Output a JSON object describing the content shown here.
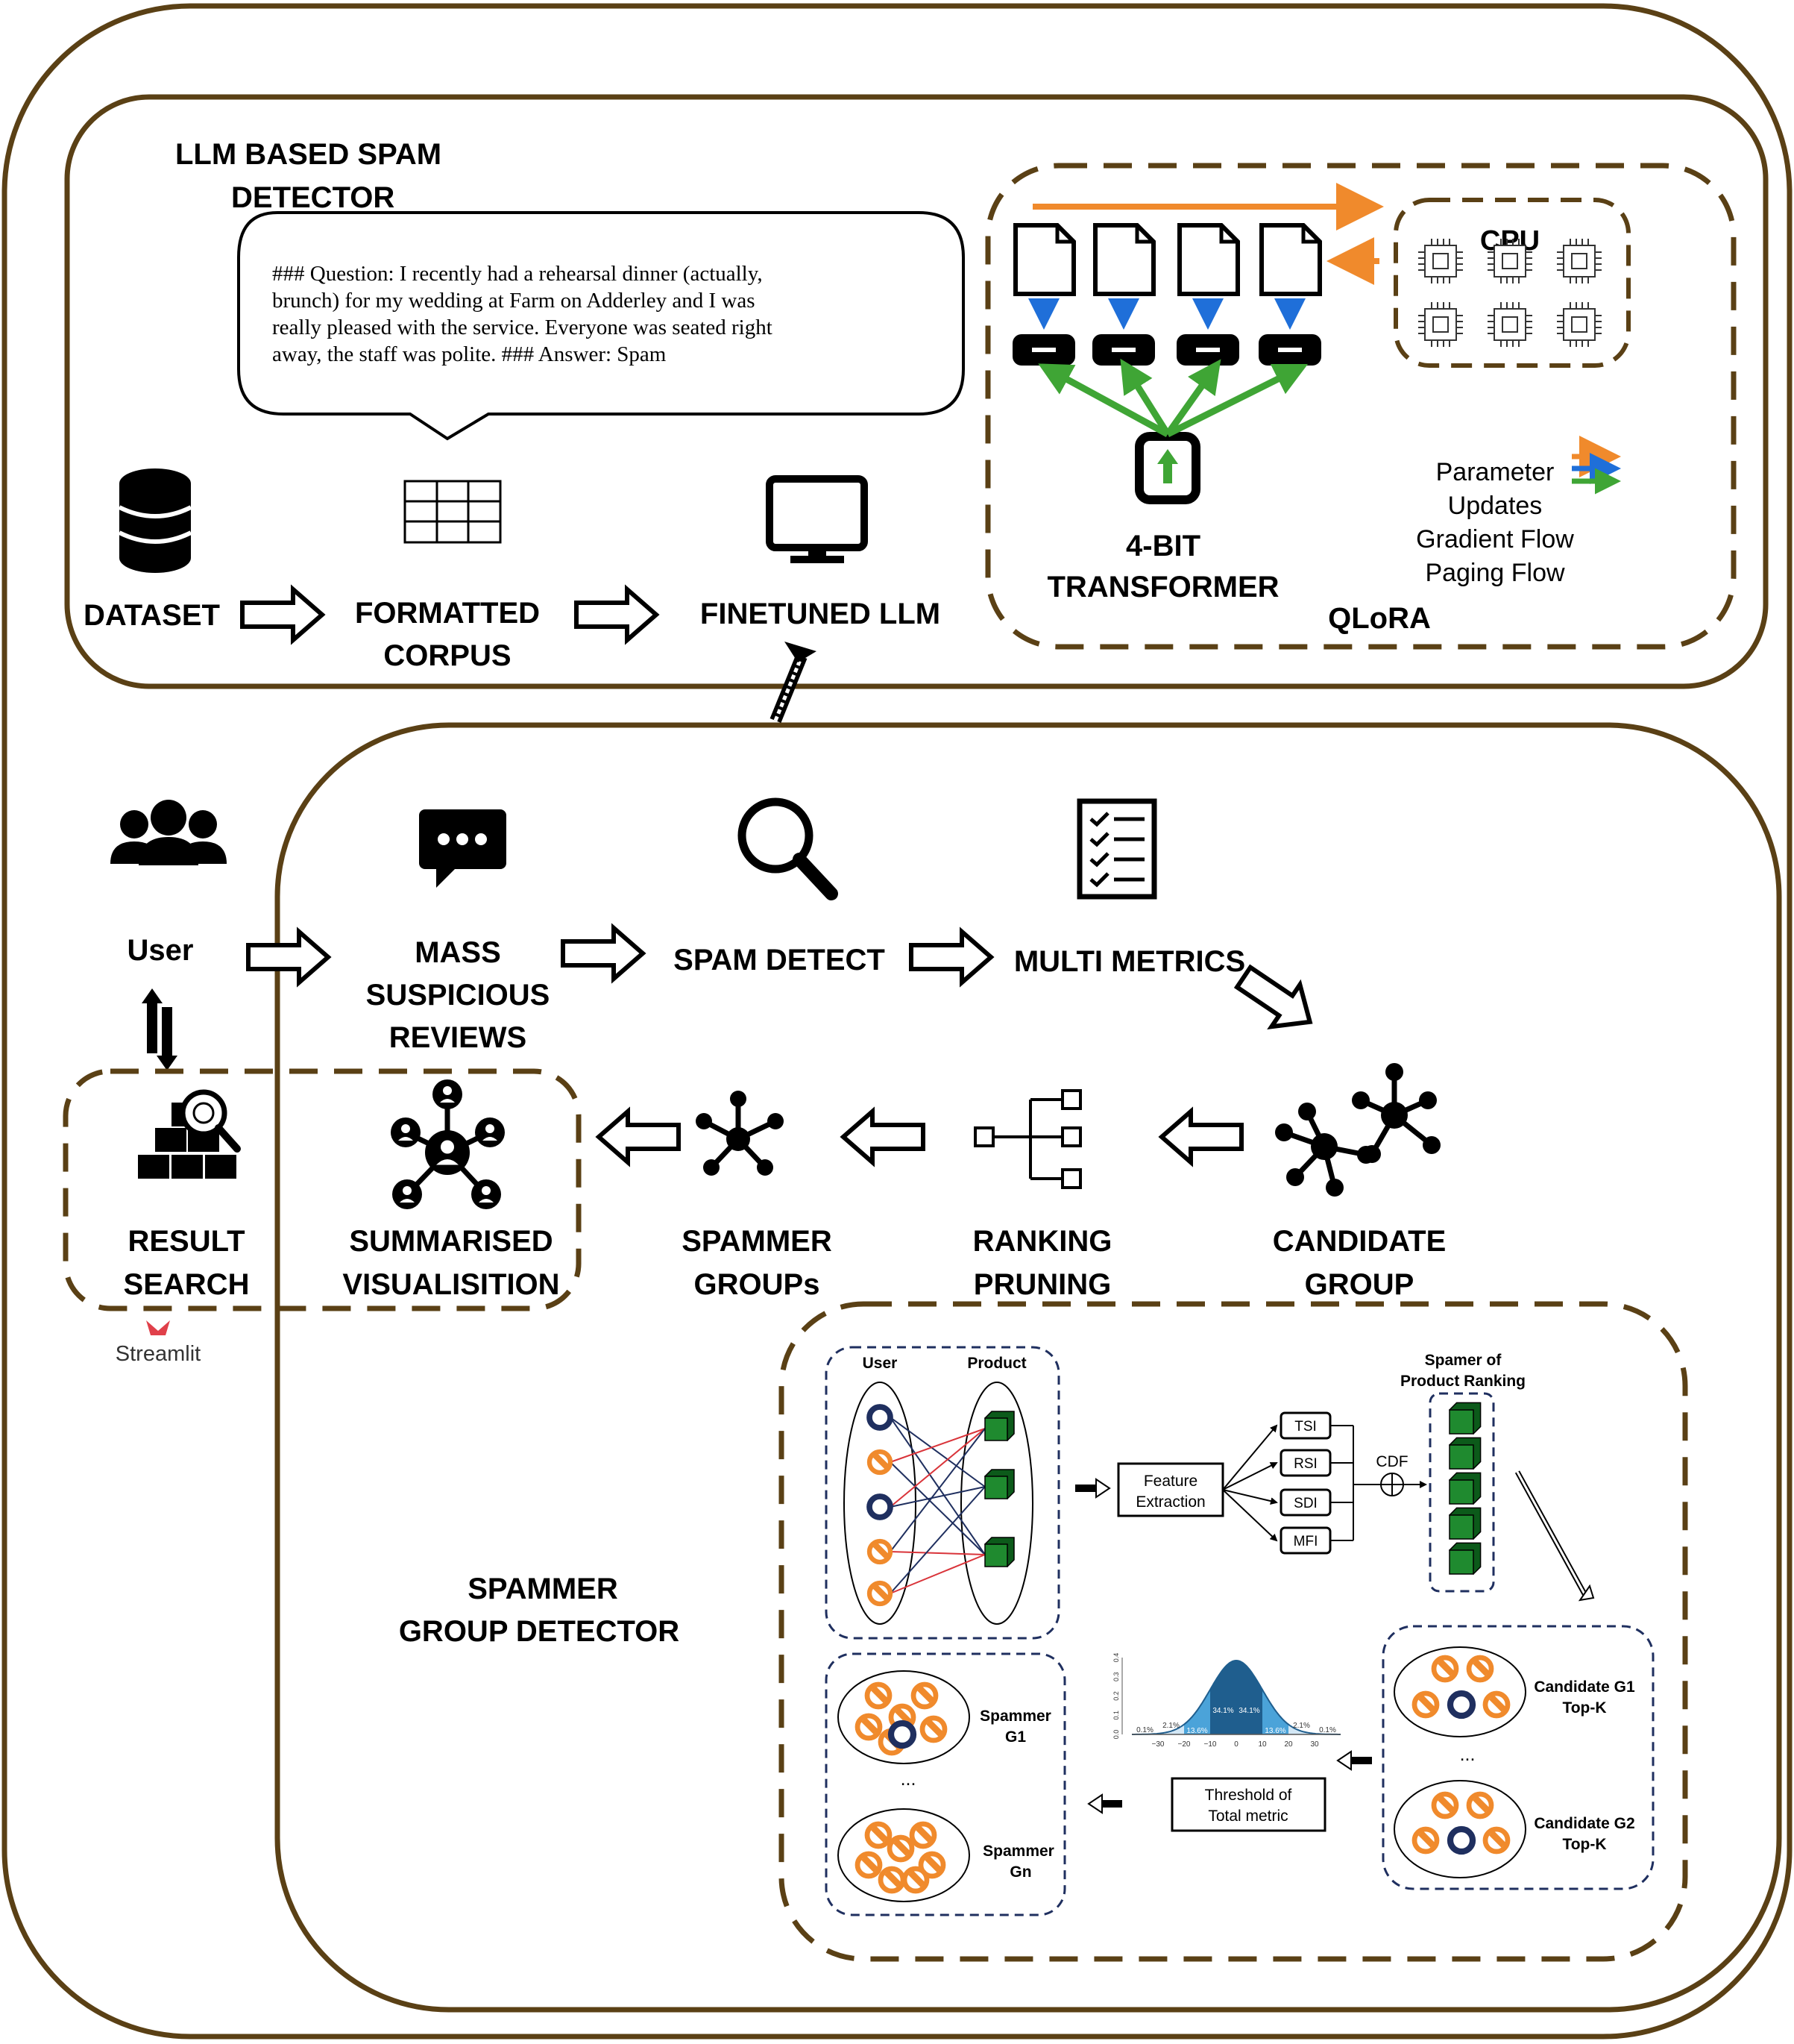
{
  "colors": {
    "frame_brown": "#5a4015",
    "orange": "#f08a2c",
    "blue": "#1f6fd9",
    "green": "#3fa535",
    "navy": "#1f2f5f",
    "cube_green": "#1f8a2f",
    "red_link": "#d9343a",
    "bell_dark": "#1f5e8e",
    "bell_light": "#4ba3d9"
  },
  "llm_detector": {
    "title_line1": "LLM BASED SPAM",
    "title_line2": "DETECTOR",
    "bubble_lines": [
      "### Question: I recently had a rehearsal dinner (actually,",
      "brunch) for my wedding at Farm on Adderley and I was",
      "really pleased with the service. Everyone was seated right",
      "away, the staff was polite. ### Answer: Spam"
    ],
    "dataset_label": "DATASET",
    "formatted_line1": "FORMATTED",
    "formatted_line2": "CORPUS",
    "finetuned_label": "FINETUNED LLM"
  },
  "qlora": {
    "label": "QLoRA",
    "cpu_label": "CPU",
    "transformer_line1": "4-BIT",
    "transformer_line2": "TRANSFORMER",
    "legend_lines": [
      "Parameter",
      "Updates",
      "Gradient Flow",
      "Paging Flow"
    ]
  },
  "pipeline": {
    "user_label": "User",
    "mass_lines": [
      "MASS",
      "SUSPICIOUS",
      "REVIEWS"
    ],
    "spam_detect_label": "SPAM DETECT",
    "multi_metrics_label": "MULTI METRICS",
    "candidate_lines": [
      "CANDIDATE",
      "GROUP"
    ],
    "ranking_lines": [
      "RANKING",
      "PRUNING"
    ],
    "spammer_groups_lines": [
      "SPAMMER",
      "GROUPs"
    ],
    "summarised_lines": [
      "SUMMARISED",
      "VISUALISITION"
    ],
    "result_lines": [
      "RESULT",
      "SEARCH"
    ],
    "streamlit_label": "Streamlit"
  },
  "group_detector": {
    "title_line1": "SPAMMER",
    "title_line2": "GROUP DETECTOR",
    "user_col": "User",
    "product_col": "Product",
    "feature_extraction_lines": [
      "Feature",
      "Extraction"
    ],
    "metrics": [
      "TSI",
      "RSI",
      "SDI",
      "MFI"
    ],
    "cdf_label": "CDF",
    "ranking_title_lines": [
      "Spamer of",
      "Product Ranking"
    ],
    "candidate_g1_lines": [
      "Candidate G1",
      "Top-K"
    ],
    "candidate_g2_lines": [
      "Candidate G2",
      "Top-K"
    ],
    "ellipsis": "...",
    "spammer_g1_lines": [
      "Spammer",
      "G1"
    ],
    "spammer_gn_lines": [
      "Spammer",
      "Gn"
    ],
    "threshold_lines": [
      "Threshold of",
      "Total metric"
    ],
    "bell_percents": [
      "0.1%",
      "2.1%",
      "13.6%",
      "34.1%",
      "34.1%",
      "13.6%",
      "2.1%",
      "0.1%"
    ],
    "bell_x_ticks": [
      "−30",
      "−20",
      "−10",
      "0",
      "10",
      "20",
      "30"
    ],
    "bell_y_ticks": [
      "0.0",
      "0.1",
      "0.2",
      "0.3",
      "0.4"
    ]
  }
}
